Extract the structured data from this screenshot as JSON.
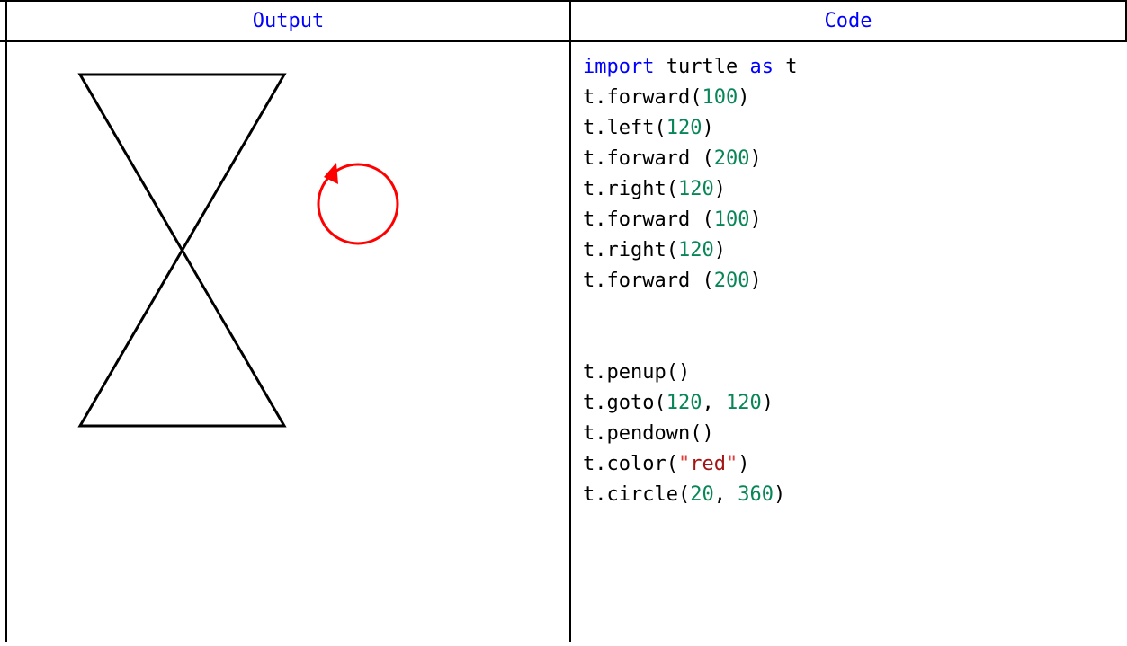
{
  "table": {
    "headers": {
      "output": "Output",
      "code": "Code"
    }
  },
  "colors": {
    "header_text": "#0000ff",
    "keyword": "#0000ff",
    "number": "#098658",
    "string": "#a31515",
    "quote": "#e03e3e",
    "turtle_line": "#000000",
    "turtle_circle": "#ff0000"
  },
  "code": {
    "lines": [
      [
        {
          "t": "import",
          "c": "kw"
        },
        {
          "t": " turtle "
        },
        {
          "t": "as",
          "c": "kw"
        },
        {
          "t": " t"
        }
      ],
      [
        {
          "t": "t.forward("
        },
        {
          "t": "100",
          "c": "num"
        },
        {
          "t": ")"
        }
      ],
      [
        {
          "t": "t.left("
        },
        {
          "t": "120",
          "c": "num"
        },
        {
          "t": ")"
        }
      ],
      [
        {
          "t": "t.forward ("
        },
        {
          "t": "200",
          "c": "num"
        },
        {
          "t": ")"
        }
      ],
      [
        {
          "t": "t.right("
        },
        {
          "t": "120",
          "c": "num"
        },
        {
          "t": ")"
        }
      ],
      [
        {
          "t": "t.forward ("
        },
        {
          "t": "100",
          "c": "num"
        },
        {
          "t": ")"
        }
      ],
      [
        {
          "t": "t.right("
        },
        {
          "t": "120",
          "c": "num"
        },
        {
          "t": ")"
        }
      ],
      [
        {
          "t": "t.forward ("
        },
        {
          "t": "200",
          "c": "num"
        },
        {
          "t": ")"
        }
      ],
      [],
      [],
      [
        {
          "t": "t.penup()"
        }
      ],
      [
        {
          "t": "t.goto("
        },
        {
          "t": "120",
          "c": "num"
        },
        {
          "t": ", "
        },
        {
          "t": "120",
          "c": "num"
        },
        {
          "t": ")"
        }
      ],
      [
        {
          "t": "t.pendown()"
        }
      ],
      [
        {
          "t": "t.color("
        },
        {
          "t": "\"",
          "c": "str-q"
        },
        {
          "t": "red",
          "c": "str-t"
        },
        {
          "t": "\"",
          "c": "str-q"
        },
        {
          "t": ")"
        }
      ],
      [
        {
          "t": "t.circle("
        },
        {
          "t": "20",
          "c": "num"
        },
        {
          "t": ", "
        },
        {
          "t": "360",
          "c": "num"
        },
        {
          "t": ")"
        }
      ]
    ]
  },
  "output": {
    "shapes": [
      {
        "name": "hourglass-figure",
        "kind": "bowtie",
        "stroke": "#000000"
      },
      {
        "name": "red-circle",
        "kind": "circle",
        "stroke": "#ff0000"
      },
      {
        "name": "turtle-cursor-icon",
        "kind": "arrowhead",
        "fill": "#ff0000"
      }
    ]
  }
}
